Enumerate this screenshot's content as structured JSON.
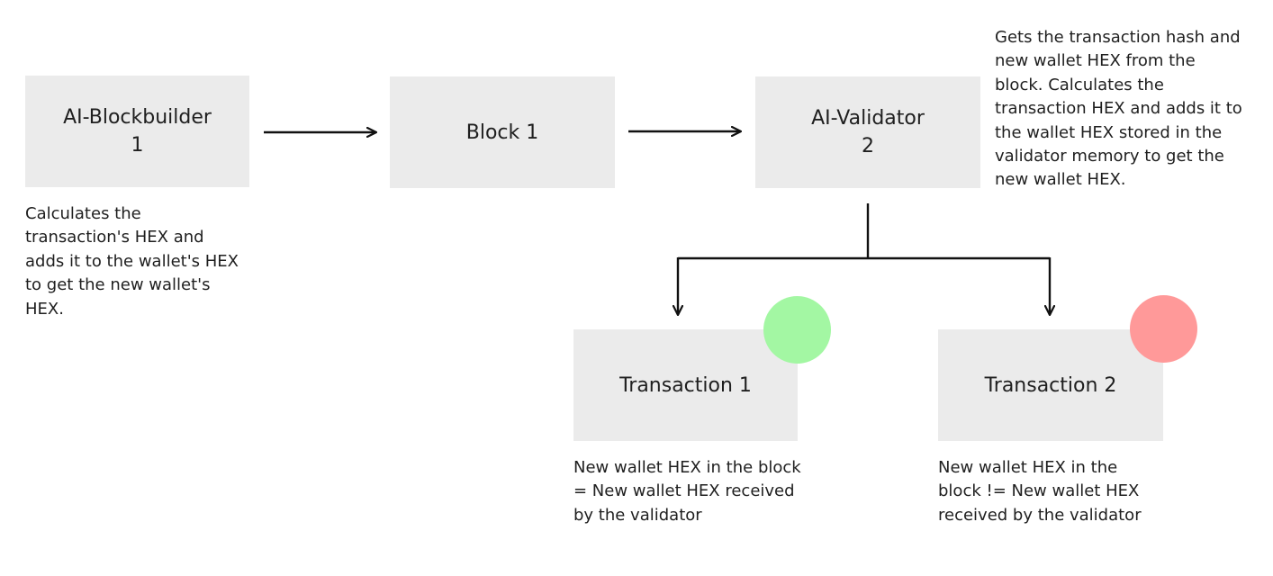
{
  "nodes": {
    "blockbuilder": {
      "label": "AI-Blockbuilder\n1"
    },
    "block": {
      "label": "Block 1"
    },
    "validator": {
      "label": "AI-Validator\n2"
    },
    "transaction1": {
      "label": "Transaction 1"
    },
    "transaction2": {
      "label": "Transaction 2"
    }
  },
  "notes": {
    "blockbuilder": "Calculates the transaction's HEX and adds it to the wallet's HEX to get the new wallet's HEX.",
    "validator": "Gets the transaction hash and new wallet HEX from the block. Calculates the transaction HEX and adds it to the wallet HEX stored in the validator memory to get the new wallet HEX.",
    "transaction1": "New wallet HEX in the block = New wallet HEX received by the validator",
    "transaction2": "New wallet HEX in the block != New wallet HEX received by the validator"
  },
  "status": {
    "transaction1": {
      "state": "valid",
      "color": "#a3f7a3"
    },
    "transaction2": {
      "state": "invalid",
      "color": "#ff9999"
    }
  },
  "colors": {
    "box": "#ebebeb",
    "line": "#111111"
  }
}
